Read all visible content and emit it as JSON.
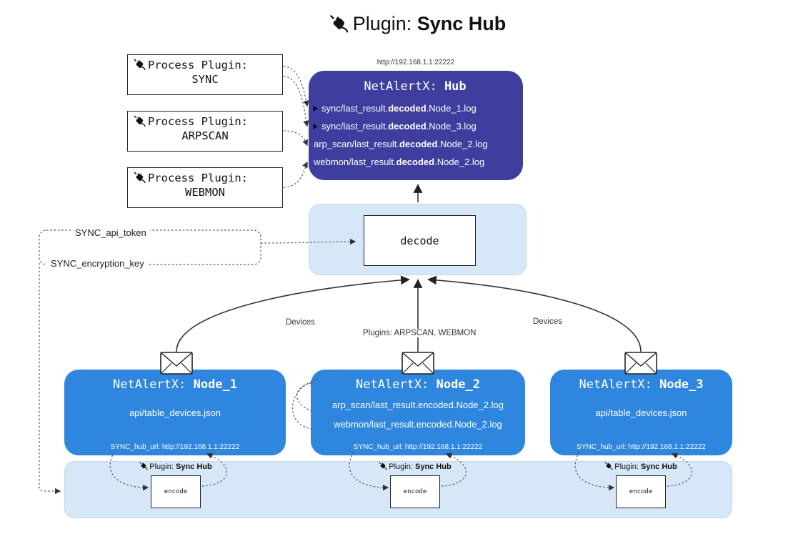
{
  "title": {
    "prefix": "Plugin:",
    "name": "Sync Hub"
  },
  "hub": {
    "url": "http://192.168.1.1:22222",
    "name_prefix": "NetAlertX:",
    "name": "Hub",
    "items": [
      {
        "pre": "sync/last_result.",
        "bold": "decoded",
        "post": ".Node_1.log"
      },
      {
        "pre": "sync/last_result.",
        "bold": "decoded",
        "post": ".Node_3.log"
      },
      {
        "pre": "arp_scan/last_result.",
        "bold": "decoded",
        "post": ".Node_2.log"
      },
      {
        "pre": "webmon/last_result.",
        "bold": "decoded",
        "post": ".Node_2.log"
      }
    ]
  },
  "process_plugins": [
    {
      "label": "Process Plugin:",
      "name": "SYNC"
    },
    {
      "label": "Process Plugin:",
      "name": "ARPSCAN"
    },
    {
      "label": "Process Plugin:",
      "name": "WEBMON"
    }
  ],
  "decode": {
    "label": "decode"
  },
  "tokens": {
    "api_token": "SYNC_api_token",
    "encryption_key": "SYNC_encryption_key"
  },
  "edges": {
    "left": "Devices",
    "middle": "Plugins: ARPSCAN, WEBMON",
    "right": "Devices"
  },
  "nodes": [
    {
      "name_prefix": "NetAlertX:",
      "name": "Node_1",
      "lines": [
        "api/table_devices.json"
      ],
      "footer": "SYNC_hub_url: http://192.168.1.1:22222"
    },
    {
      "name_prefix": "NetAlertX:",
      "name": "Node_2",
      "lines": [
        "arp_scan/last_result.encoded.Node_2.log",
        "webmon/last_result.encoded.Node_2.log"
      ],
      "footer": "SYNC_hub_url: http://192.168.1.1:22222"
    },
    {
      "name_prefix": "NetAlertX:",
      "name": "Node_3",
      "lines": [
        "api/table_devices.json"
      ],
      "footer": "SYNC_hub_url: http://192.168.1.1:22222"
    }
  ],
  "encoder": {
    "plugin_prefix": "Plugin:",
    "plugin_name": "Sync Hub",
    "label": "encode"
  },
  "colors": {
    "hub_bg": "#3f3d9e",
    "node_bg": "#2e86de",
    "container_bg": "#d6e7f8"
  }
}
